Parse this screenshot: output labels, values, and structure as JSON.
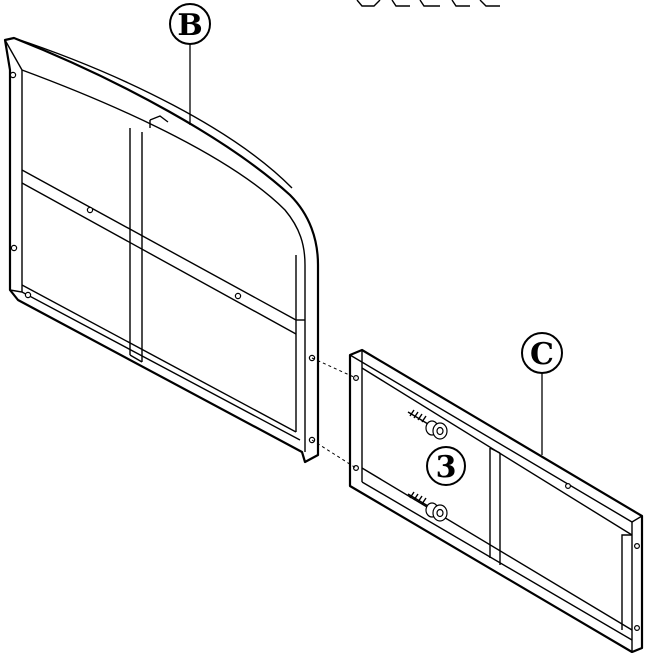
{
  "labels": {
    "part_b": "B",
    "part_c": "C",
    "step": "3"
  },
  "colors": {
    "line": "#000000",
    "background": "#ffffff"
  }
}
